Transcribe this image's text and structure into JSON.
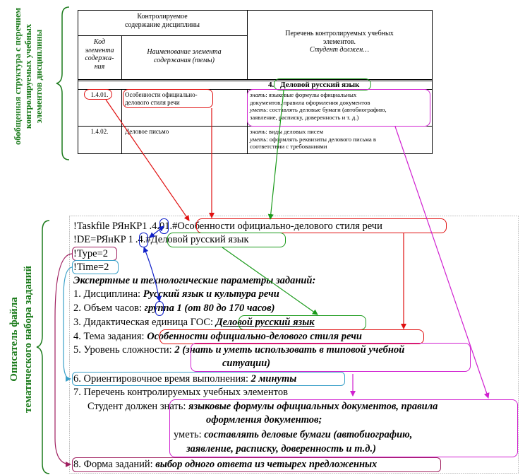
{
  "side_labels": {
    "top": [
      "обобщенная структура с перечнем",
      "контролируемых учебных",
      "элементов дисциплины"
    ],
    "bottom": [
      "Описатель файла",
      "тематического набора заданий"
    ]
  },
  "table": {
    "header_main": [
      "Контролируемое",
      "содержание дисциплины"
    ],
    "header_right": [
      "Перечень контролируемых учебных",
      "элементов."
    ],
    "header_right_italic": "Студент должен…",
    "col1_header": [
      "Код",
      "элемента",
      "содержа-",
      "ния"
    ],
    "col2_header": [
      "Наименование элемента",
      "содержания (темы)"
    ],
    "section_number": "4.",
    "section_title": "Деловой русский язык",
    "rows": [
      {
        "code": "1.4.01.",
        "name": [
          "Особенности официально-",
          "делового стиля речи"
        ],
        "know_label": "знать",
        "know_text": [
          ": языковые формулы официальных",
          "документов, правила оформления документов"
        ],
        "can_label": "уметь",
        "can_text": [
          ": составлять деловые бумаги (автобиографию,",
          "заявление, расписку, доверенность и т. д.)"
        ]
      },
      {
        "code": "1.4.02.",
        "name": [
          "Деловое письмо"
        ],
        "know_label": "знать",
        "know_text": [
          ": виды деловых писем"
        ],
        "can_label": "уметь",
        "can_text": [
          ": оформлять реквизиты делового письма в",
          "соответствии с требованиями"
        ]
      }
    ]
  },
  "descriptor": {
    "l1_prefix": "!Taskfile РЯнКР",
    "l1_num": "1",
    "l1_code": ".4.01.",
    "l1_sep": "#",
    "l1_topic": "Особенности официально-делового стиля речи",
    "l2_prefix": "!DE=РЯнКР",
    "l2_num": "1",
    "l2_code": ".4.",
    "l2_sep": "#",
    "l2_de": "Деловой русский язык",
    "type": "!Type=2",
    "time": "!Time=2",
    "heading": "Экспертные и технологические параметры заданий:",
    "item1_label": "1. Дисциплина: ",
    "item1_value": "Русский язык и культура речи",
    "item2_label": "2. Объем часов: ",
    "item2_value_a": "группа ",
    "item2_num": "1",
    "item2_value_b": " (от 80 до 170 часов)",
    "item3_label": "3. Дидактическая единица ГОС: ",
    "item3_value": "Деловой русский язык",
    "item4_label": "4. Тема задания: ",
    "item4_value": "Особенности официально-делового стиля речи",
    "item5_label": "5. Уровень сложности: ",
    "item5_value_1": "2 (знать и уметь использовать в типовой учебной",
    "item5_value_2": "ситуации)",
    "item6_label": "6. Ориентировочное время выполнения: ",
    "item6_value": "2 минуты",
    "item7_label": "7. Перечень контролируемых учебных элементов",
    "student_label": "Студент должен ",
    "know_label": "знать: ",
    "know_1": "языковые формулы официальных документов, правила",
    "know_2": "оформления документов;",
    "can_label": "уметь: ",
    "can_1": "составлять деловые бумаги (автобиографию,",
    "can_2": "заявление, расписку, доверенность и т.д.)",
    "item8_label": "8. Форма заданий: ",
    "item8_value": "выбор одного ответа из четырех предложенных"
  },
  "colors": {
    "red": "#e01010",
    "green": "#1a9a1a",
    "blue": "#1020c8",
    "magenta": "#d020d0",
    "cyan": "#3aa0c8",
    "purple": "#a02060",
    "label_green": "#1a7a1a"
  }
}
